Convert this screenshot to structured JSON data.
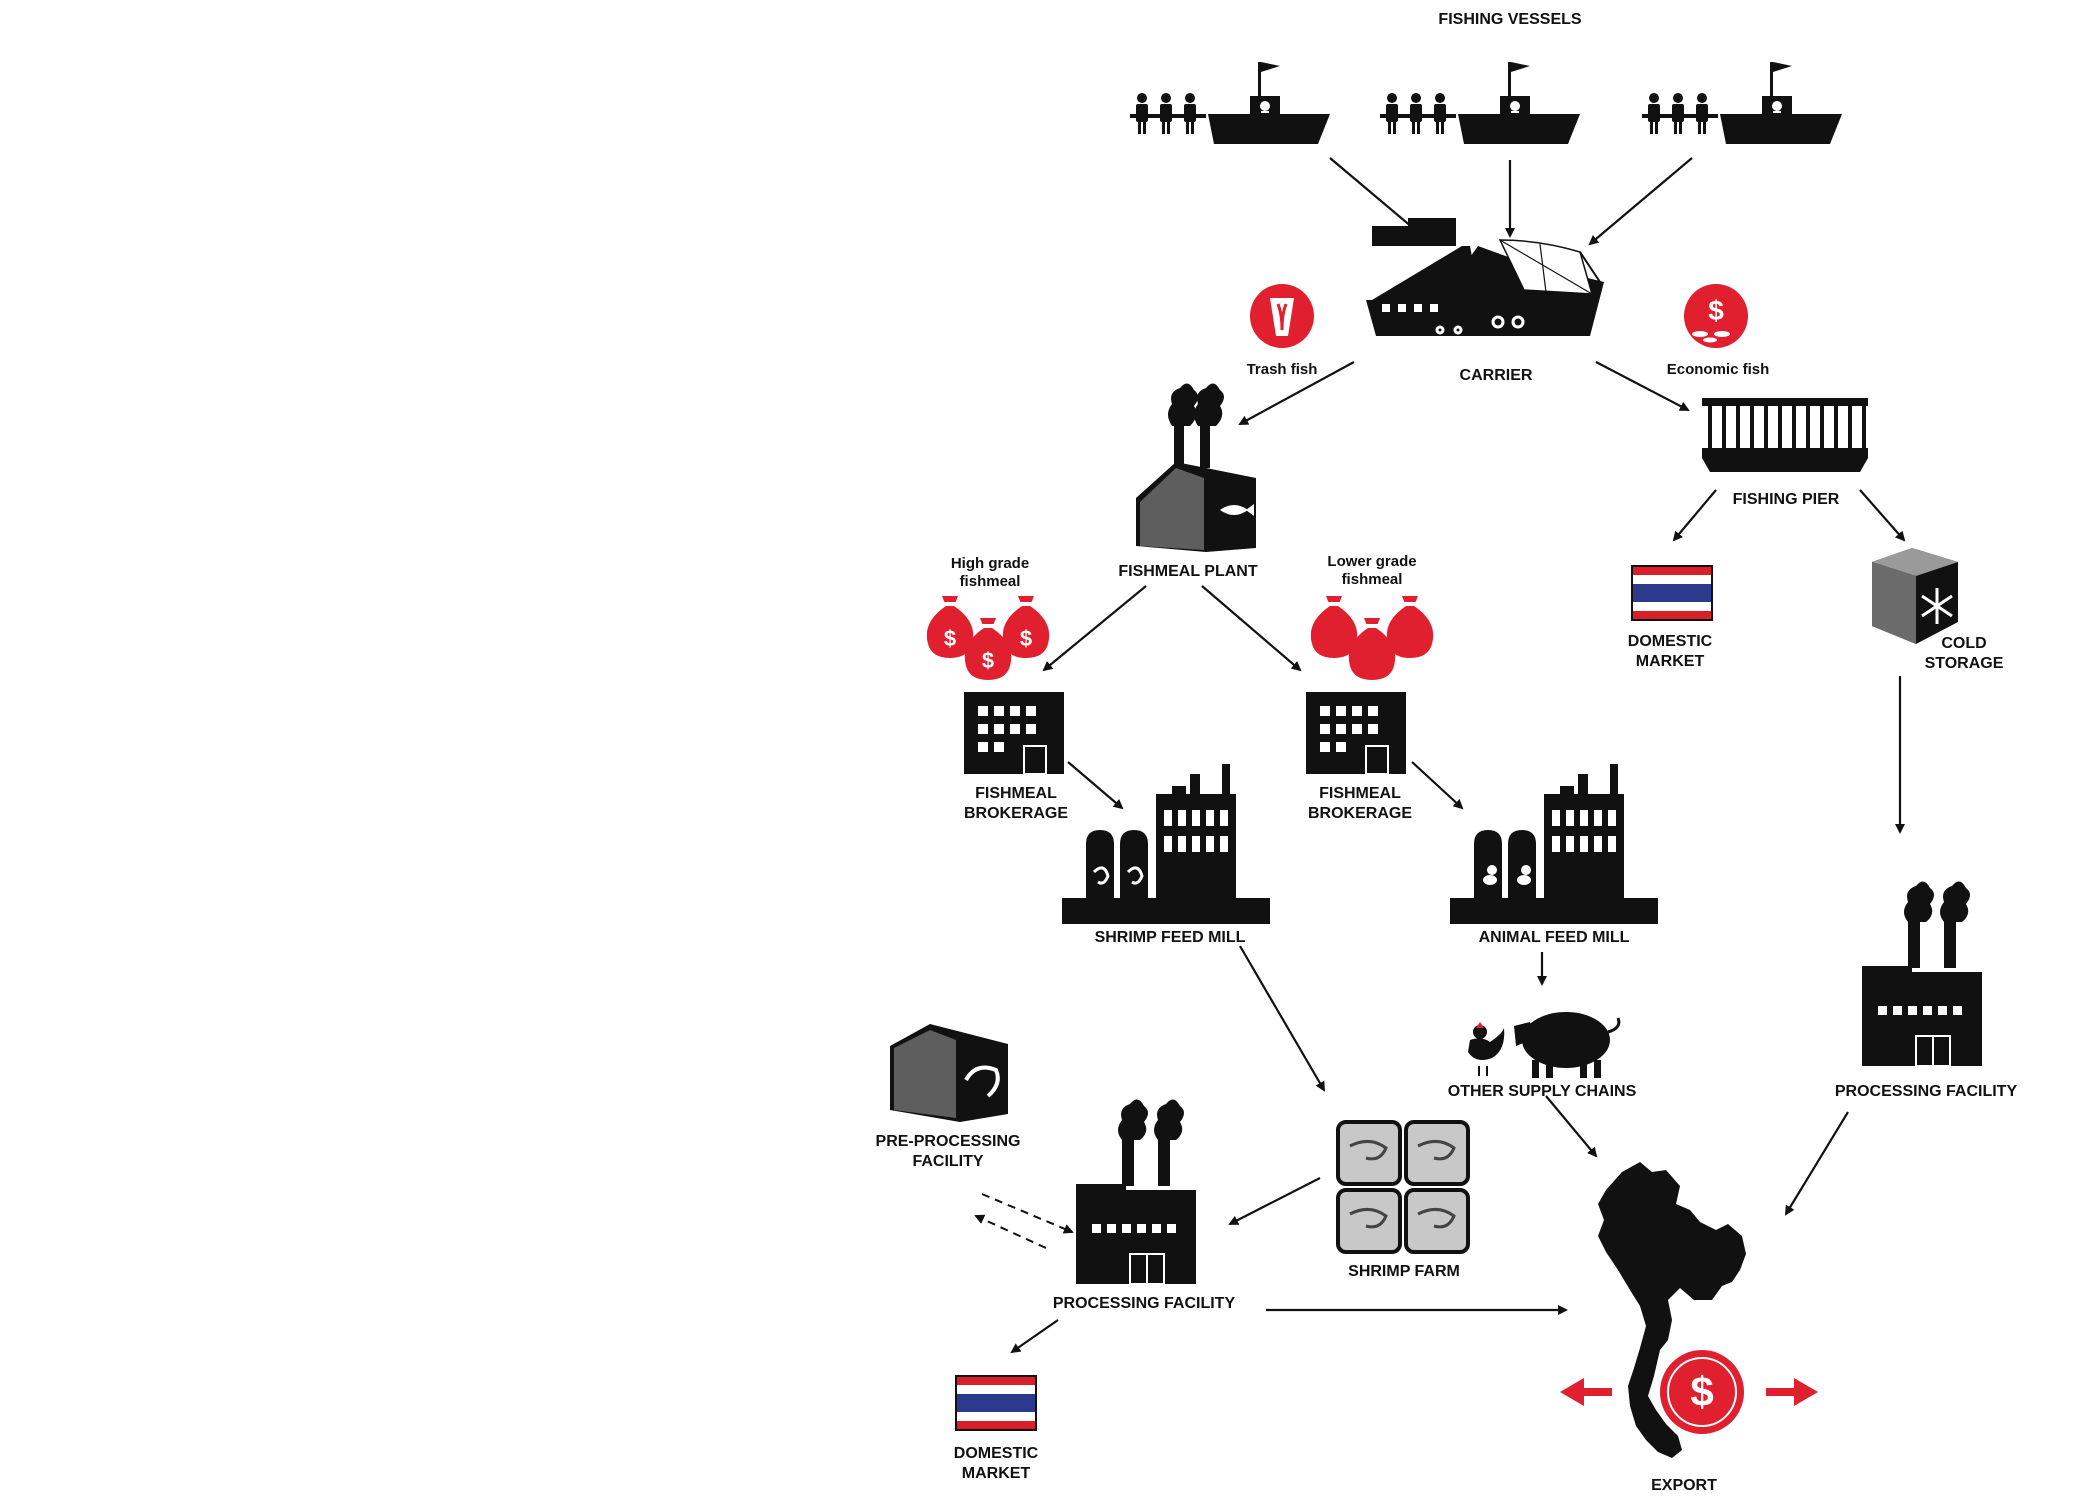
{
  "labels": {
    "fishing_vessels": "FISHING VESSELS",
    "carrier": "CARRIER",
    "trash_fish": "Trash fish",
    "economic_fish": "Economic fish",
    "fishmeal_plant": "FISHMEAL PLANT",
    "high_grade_1": "High grade",
    "high_grade_2": "fishmeal",
    "lower_grade_1": "Lower grade",
    "lower_grade_2": "fishmeal",
    "brokerage_1": "FISHMEAL",
    "brokerage_2": "BROKERAGE",
    "shrimp_feed_mill": "SHRIMP FEED MILL",
    "animal_feed_mill": "ANIMAL FEED MILL",
    "other_supply_chains": "OTHER SUPPLY CHAINS",
    "fishing_pier": "FISHING PIER",
    "domestic_1": "DOMESTIC",
    "domestic_2": "MARKET",
    "cold_1": "COLD",
    "cold_2": "STORAGE",
    "processing_facility": "PROCESSING FACILITY",
    "preproc_1": "PRE-PROCESSING",
    "preproc_2": "FACILITY",
    "shrimp_farm": "SHRIMP FARM",
    "export": "EXPORT"
  },
  "colors": {
    "ink": "#111111",
    "accent_red": "#e0202e",
    "gray": "#6b6b6b",
    "light_gray": "#c8c8c8",
    "flag_red": "#d9202a",
    "flag_blue": "#2b3a8c"
  },
  "icons": [
    "fishing-vessel-icon",
    "carrier-ship-icon",
    "trash-fish-icon",
    "economic-fish-icon",
    "fishmeal-plant-icon",
    "money-bag-icon",
    "fishmeal-bag-icon",
    "brokerage-building-icon",
    "shrimp-feed-mill-icon",
    "animal-feed-mill-icon",
    "chicken-icon",
    "pig-icon",
    "fishing-pier-icon",
    "thai-flag-icon",
    "cold-storage-icon",
    "factory-icon",
    "pre-processing-shed-icon",
    "shrimp-farm-icon",
    "thailand-map-icon",
    "export-dollar-icon"
  ]
}
